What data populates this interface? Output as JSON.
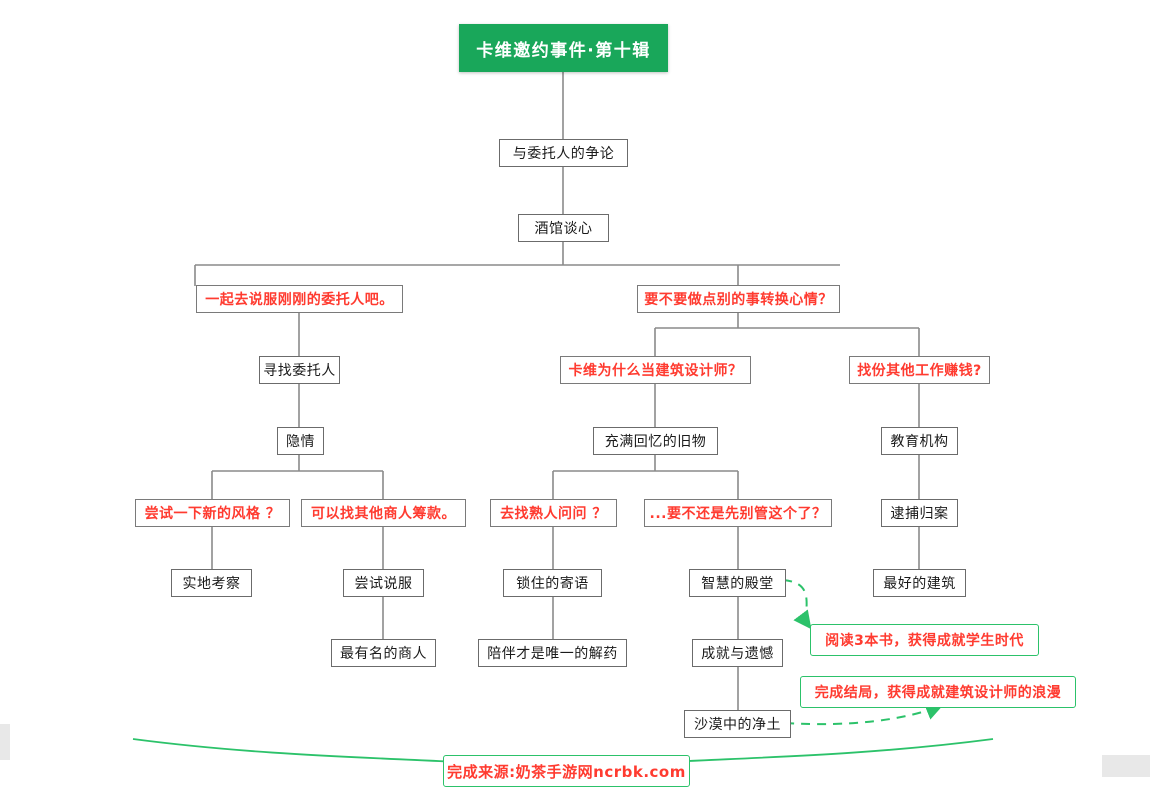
{
  "chart_data": {
    "type": "diagram",
    "title": "卡维邀约事件·第十辑",
    "diagram_kind": "branching-story-flowchart",
    "legend": {
      "normal_node": "#1a1a1a",
      "choice_node": "#ff3b30",
      "title_bg": "#19a75a",
      "reward_border": "#2cc26a"
    },
    "nodes": [
      {
        "id": "n1",
        "label": "卡维邀约事件·第十辑",
        "kind": "title"
      },
      {
        "id": "n2",
        "label": "与委托人的争论",
        "kind": "event"
      },
      {
        "id": "n3",
        "label": "酒馆谈心",
        "kind": "event"
      },
      {
        "id": "n4",
        "label": "一起去说服刚刚的委托人吧。",
        "kind": "choice"
      },
      {
        "id": "n5",
        "label": "要不要做点别的事转换心情？",
        "kind": "choice"
      },
      {
        "id": "n6",
        "label": "寻找委托人",
        "kind": "event"
      },
      {
        "id": "n7",
        "label": "卡维为什么当建筑设计师？",
        "kind": "choice"
      },
      {
        "id": "n8",
        "label": "找份其他工作赚钱?",
        "kind": "choice"
      },
      {
        "id": "n9",
        "label": "隐情",
        "kind": "event"
      },
      {
        "id": "n10",
        "label": "充满回忆的旧物",
        "kind": "event"
      },
      {
        "id": "n11",
        "label": "教育机构",
        "kind": "event"
      },
      {
        "id": "n12",
        "label": "尝试一下新的风格 ？",
        "kind": "choice"
      },
      {
        "id": "n13",
        "label": "可以找其他商人筹款。",
        "kind": "choice"
      },
      {
        "id": "n14",
        "label": "去找熟人问问 ？",
        "kind": "choice"
      },
      {
        "id": "n15",
        "label": "...要不还是先别管这个了？",
        "kind": "choice"
      },
      {
        "id": "n16",
        "label": "逮捕归案",
        "kind": "event"
      },
      {
        "id": "n17",
        "label": "实地考察",
        "kind": "event"
      },
      {
        "id": "n18",
        "label": "尝试说服",
        "kind": "event"
      },
      {
        "id": "n19",
        "label": "锁住的寄语",
        "kind": "event"
      },
      {
        "id": "n20",
        "label": "智慧的殿堂",
        "kind": "event"
      },
      {
        "id": "n21",
        "label": "最好的建筑",
        "kind": "event"
      },
      {
        "id": "n22",
        "label": "最有名的商人",
        "kind": "event"
      },
      {
        "id": "n23",
        "label": "陪伴才是唯一的解药",
        "kind": "event"
      },
      {
        "id": "n24",
        "label": "成就与遗憾",
        "kind": "event"
      },
      {
        "id": "n25",
        "label": "沙漠中的净土",
        "kind": "event"
      },
      {
        "id": "r1",
        "label": "阅读3本书，获得成就学生时代",
        "kind": "reward"
      },
      {
        "id": "r2",
        "label": "完成结局，获得成就建筑设计师的浪漫",
        "kind": "reward"
      },
      {
        "id": "e1",
        "label": "完成来源:奶茶手游网ncrbk.com",
        "kind": "ending"
      }
    ],
    "edges": [
      {
        "from": "n1",
        "to": "n2"
      },
      {
        "from": "n2",
        "to": "n3"
      },
      {
        "from": "n3",
        "to": "n4"
      },
      {
        "from": "n3",
        "to": "n5"
      },
      {
        "from": "n4",
        "to": "n6"
      },
      {
        "from": "n5",
        "to": "n7"
      },
      {
        "from": "n5",
        "to": "n8"
      },
      {
        "from": "n6",
        "to": "n9"
      },
      {
        "from": "n7",
        "to": "n10"
      },
      {
        "from": "n8",
        "to": "n11"
      },
      {
        "from": "n9",
        "to": "n12"
      },
      {
        "from": "n9",
        "to": "n13"
      },
      {
        "from": "n10",
        "to": "n14"
      },
      {
        "from": "n10",
        "to": "n15"
      },
      {
        "from": "n11",
        "to": "n16"
      },
      {
        "from": "n12",
        "to": "n17"
      },
      {
        "from": "n13",
        "to": "n18"
      },
      {
        "from": "n14",
        "to": "n19"
      },
      {
        "from": "n15",
        "to": "n20"
      },
      {
        "from": "n16",
        "to": "n21"
      },
      {
        "from": "n18",
        "to": "n22"
      },
      {
        "from": "n19",
        "to": "n23"
      },
      {
        "from": "n20",
        "to": "n24"
      },
      {
        "from": "n24",
        "to": "n25"
      },
      {
        "from": "n20",
        "to": "r1",
        "style": "dashed-arrow"
      },
      {
        "from": "n25",
        "to": "r2",
        "style": "dashed-arrow"
      },
      {
        "from": "all-bottom",
        "to": "e1",
        "style": "brace"
      }
    ]
  },
  "title": {
    "label": "卡维邀约事件·第十辑"
  },
  "nodes": {
    "argument_with_client": "与委托人的争论",
    "tavern_heart_talk": "酒馆谈心",
    "choice_persuade_client": "一起去说服刚刚的委托人吧。",
    "choice_change_mood": "要不要做点别的事转换心情？",
    "find_client": "寻找委托人",
    "choice_why_architect": "卡维为什么当建筑设计师？",
    "choice_other_job": "找份其他工作赚钱?",
    "hidden_story": "隐情",
    "old_memories": "充满回忆的旧物",
    "education_org": "教育机构",
    "choice_new_style": "尝试一下新的风格 ？",
    "choice_find_merchant": "可以找其他商人筹款。",
    "choice_ask_acquaintance": "去找熟人问问 ？",
    "choice_skip_this": "...要不还是先别管这个了？",
    "arrested": "逮捕归案",
    "field_survey": "实地考察",
    "try_persuade": "尝试说服",
    "locked_message": "锁住的寄语",
    "hall_of_wisdom": "智慧的殿堂",
    "best_building": "最好的建筑",
    "famous_merchant": "最有名的商人",
    "company_is_cure": "陪伴才是唯一的解药",
    "achievement_regret": "成就与遗憾",
    "pure_land_desert": "沙漠中的净土"
  },
  "rewards": {
    "read_books": "阅读3本书，获得成就学生时代",
    "finish_ending": "完成结局，获得成就建筑设计师的浪漫"
  },
  "ending": {
    "label": "完成来源:奶茶手游网ncrbk.com"
  },
  "watermark": {
    "text": "来源:奶茶手游网ncrbk.com"
  }
}
